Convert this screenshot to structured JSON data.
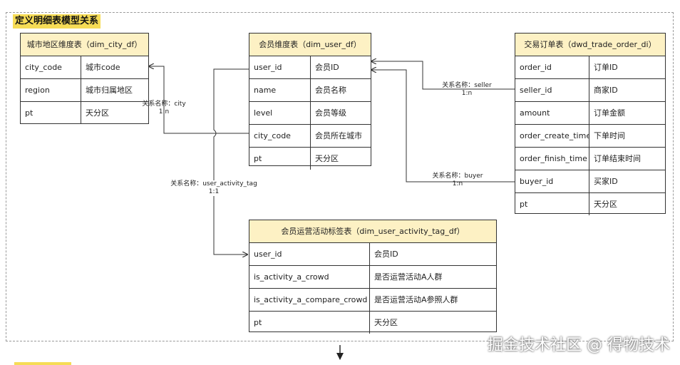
{
  "section_title": "定义明细表模型关系",
  "entities": {
    "city": {
      "title": "城市地区维度表（dim_city_df）",
      "rows": [
        {
          "field": "city_code",
          "desc": "城市code"
        },
        {
          "field": "region",
          "desc": "城市归属地区"
        },
        {
          "field": "pt",
          "desc": "天分区"
        }
      ]
    },
    "user": {
      "title": "会员维度表（dim_user_df）",
      "rows": [
        {
          "field": "user_id",
          "desc": "会员ID"
        },
        {
          "field": "name",
          "desc": "会员名称"
        },
        {
          "field": "level",
          "desc": "会员等级"
        },
        {
          "field": "city_code",
          "desc": "会员所在城市"
        },
        {
          "field": "pt",
          "desc": "天分区"
        }
      ]
    },
    "order": {
      "title": "交易订单表（dwd_trade_order_di）",
      "rows": [
        {
          "field": "order_id",
          "desc": "订单ID"
        },
        {
          "field": "seller_id",
          "desc": "商家ID"
        },
        {
          "field": "amount",
          "desc": "订单金额"
        },
        {
          "field": "order_create_time",
          "desc": "下单时间"
        },
        {
          "field": "order_finish_time",
          "desc": "订单结束时间"
        },
        {
          "field": "buyer_id",
          "desc": "买家ID"
        },
        {
          "field": "pt",
          "desc": "天分区"
        }
      ]
    },
    "activity": {
      "title": "会员运营活动标签表（dim_user_activity_tag_df）",
      "rows": [
        {
          "field": "user_id",
          "desc": "会员ID"
        },
        {
          "field": "is_activity_a_crowd",
          "desc": "是否运营活动A人群"
        },
        {
          "field": "is_activity_a_compare_crowd",
          "desc": "是否运营活动A参照人群"
        },
        {
          "field": "pt",
          "desc": "天分区"
        }
      ]
    }
  },
  "relations": {
    "city": {
      "name": "关系名称：city",
      "card": "1:n"
    },
    "seller": {
      "name": "关系名称：seller",
      "card": "1:n"
    },
    "buyer": {
      "name": "关系名称：buyer",
      "card": "1:n"
    },
    "activity": {
      "name": "关系名称：user_activity_tag",
      "card": "1:1"
    }
  },
  "watermark": "掘金技术社区 @ 得物技术"
}
